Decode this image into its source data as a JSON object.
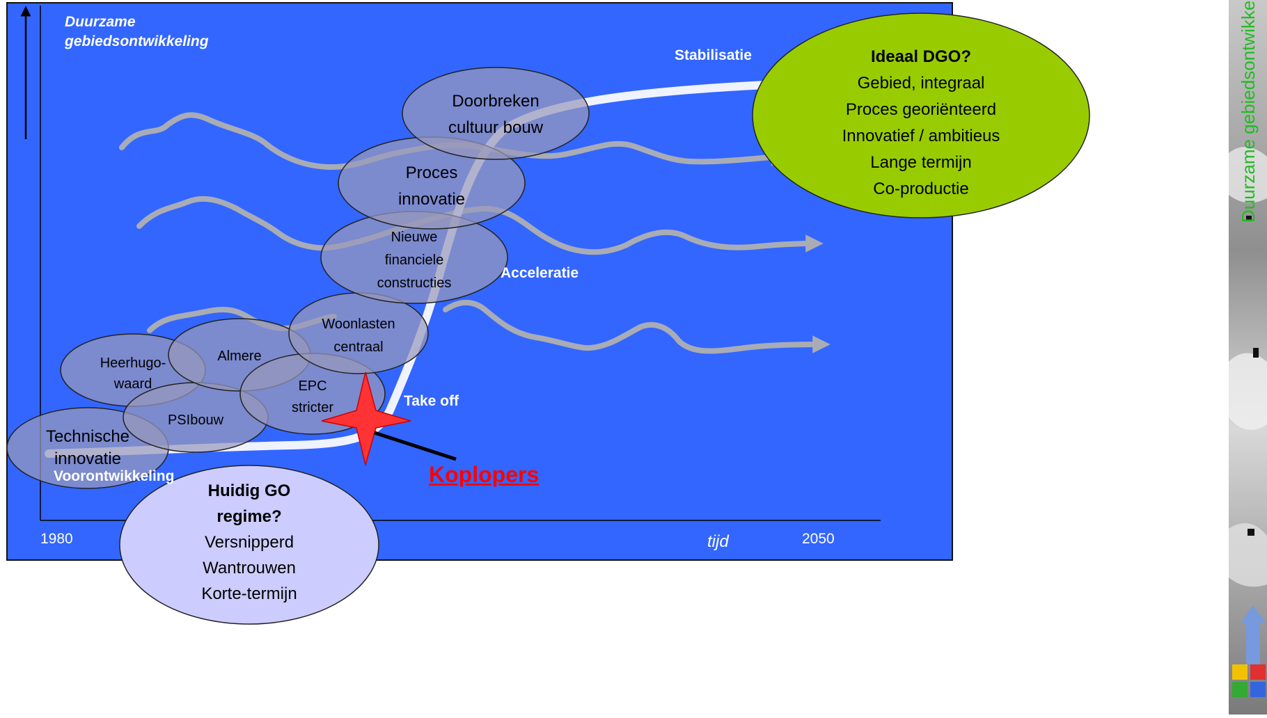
{
  "axis": {
    "y_title_line1": "Duurzame",
    "y_title_line2": "gebiedsontwikkeling",
    "x_start": "1980",
    "x_end": "2050",
    "x_label": "tijd"
  },
  "phases": {
    "predevelopment": "Voorontwikkeling",
    "takeoff": "Take off",
    "acceleration": "Acceleratie",
    "stabilization": "Stabilisatie"
  },
  "ellipses": [
    {
      "id": "technische-innovatie",
      "lines": [
        "Technische",
        "innovatie"
      ]
    },
    {
      "id": "heerhugowaard",
      "lines": [
        "Heerhugo-",
        "waard"
      ]
    },
    {
      "id": "psibouw",
      "lines": [
        "PSIbouw"
      ]
    },
    {
      "id": "almere",
      "lines": [
        "Almere"
      ]
    },
    {
      "id": "epc-stricter",
      "lines": [
        "EPC",
        "stricter"
      ]
    },
    {
      "id": "woonlasten-centraal",
      "lines": [
        "Woonlasten",
        "centraal"
      ]
    },
    {
      "id": "nieuwe-financiele-constructies",
      "lines": [
        "Nieuwe",
        "financiele",
        "constructies"
      ]
    },
    {
      "id": "proces-innovatie",
      "lines": [
        "Proces",
        "innovatie"
      ]
    },
    {
      "id": "doorbreken-cultuur-bouw",
      "lines": [
        "Doorbreken",
        "cultuur bouw"
      ]
    }
  ],
  "koplopers": "Koplopers",
  "ideal": {
    "title": "Ideaal DGO?",
    "items": [
      "Gebied, integraal",
      "Proces georiënteerd",
      "Innovatief / ambitieus",
      "Lange termijn",
      "Co-productie"
    ]
  },
  "current": {
    "title_line1": "Huidig GO",
    "title_line2": "regime?",
    "items": [
      "Versnipperd",
      "Wantrouwen",
      "Korte-termijn"
    ]
  },
  "side_panel": {
    "vertical_text": "Duurzame gebiedsontwikkeling"
  },
  "colors": {
    "panel_blue": "#3366FF",
    "ideal_green": "#99CC00",
    "current_lavender": "#CCCCFF",
    "koplopers_red": "#FF0000",
    "star_red": "#FF3333",
    "wave_gray": "#B0B0B0"
  }
}
